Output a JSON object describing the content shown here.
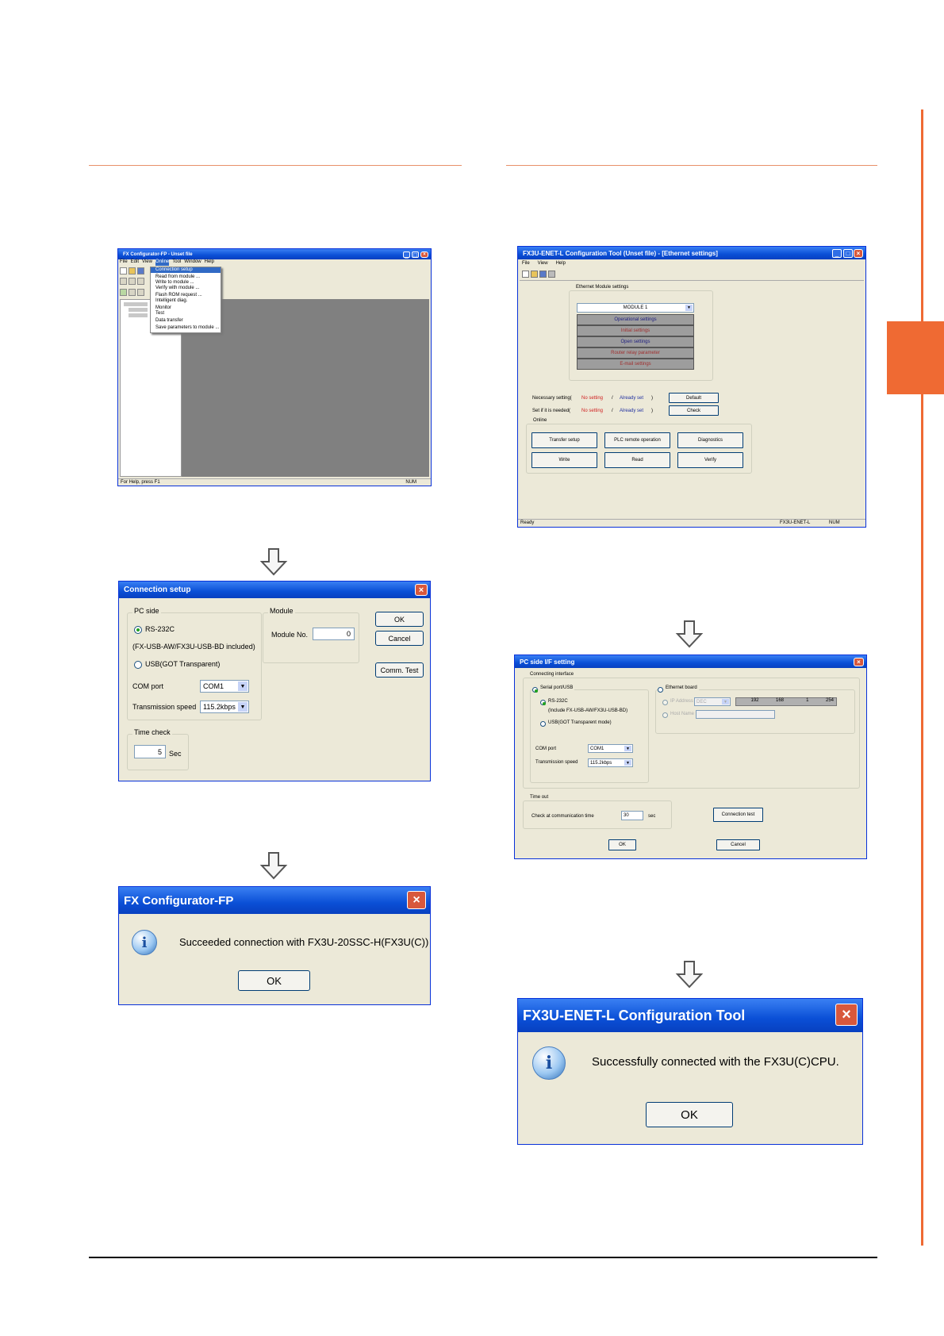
{
  "shot1": {
    "title": "FX Configurator-FP - Unset file",
    "menu": [
      "File",
      "Edit",
      "View",
      "Online",
      "Tool",
      "Window",
      "Help"
    ],
    "online_menu": [
      "Connection setup",
      "Read from module ...",
      "Write to module ...",
      "Verify with module ...",
      "Flash ROM request ...",
      "Intelligent diag.",
      "Monitor",
      "Test",
      "Data transfer",
      "Save parameters to module ..."
    ],
    "status_left": "For Help, press F1",
    "status_right": "NUM"
  },
  "conn": {
    "title": "Connection setup",
    "pc_side": "PC side",
    "rs232": "RS-232C",
    "rs232_note": "(FX-USB-AW/FX3U-USB-BD included)",
    "usb": "USB(GOT Transparent)",
    "com_port_label": "COM port",
    "com_port_value": "COM1",
    "speed_label": "Transmission speed",
    "speed_value": "115.2kbps",
    "module": "Module",
    "module_no_label": "Module No.",
    "module_no_value": "0",
    "ok": "OK",
    "cancel": "Cancel",
    "comm_test": "Comm. Test",
    "time_check": "Time check",
    "time_value": "5",
    "time_unit": "Sec"
  },
  "succ1": {
    "title": "FX Configurator-FP",
    "message": "Succeeded connection with FX3U-20SSC-H(FX3U(C))",
    "ok": "OK"
  },
  "enet": {
    "title": "FX3U-ENET-L Configuration Tool (Unset file) - [Ethernet settings]",
    "menu": [
      "File",
      "View",
      "Help"
    ],
    "module_group": "Ethernet Module settings",
    "module_select": "MODULE 1",
    "setting_buttons": [
      "Operational settings",
      "Initial settings",
      "Open settings",
      "Router relay parameter",
      "E-mail settings"
    ],
    "necessary": "Necessary setting(",
    "setif": "Set if it is needed(",
    "no_setting": "No setting",
    "slash": "/",
    "already": "Already set",
    "close": ")",
    "default_btn": "Default",
    "check_btn": "Check",
    "online": "Online",
    "online_buttons": [
      "Transfer setup",
      "PLC remote operation",
      "Diagnostics",
      "Write",
      "Read",
      "Verify"
    ],
    "status_left": "Ready",
    "status_mid": "FX3U-ENET-L",
    "status_right": "NUM"
  },
  "pcside": {
    "title": "PC side I/F setting",
    "connecting": "Connecting interface",
    "serial": "Serial port/USB",
    "rs232": "RS-232C",
    "rs232_note": "(Include FX-USB-AW/FX3U-USB-BD)",
    "usb": "USB(GOT Transparent mode)",
    "com_port_label": "COM port",
    "com_port_value": "COM1",
    "speed_label": "Transmission speed",
    "speed_value": "115.2kbps",
    "ethernet": "Ethernet board",
    "ip_label": "IP Address",
    "ip_mode": "DEC",
    "ip": [
      "192",
      "168",
      "1",
      "254"
    ],
    "host_label": "Host Name",
    "timeout": "Time out",
    "check_label": "Check at communication time",
    "check_value": "30",
    "check_unit": "sec",
    "conn_test": "Connection test",
    "ok": "OK",
    "cancel": "Cancel"
  },
  "succ2": {
    "title": "FX3U-ENET-L Configuration Tool",
    "message": "Successfully connected with the FX3U(C)CPU.",
    "ok": "OK"
  },
  "colors": {
    "accent": "#ef6a33",
    "xp_blue": "#0a4fd6",
    "window_bg": "#ece9d8"
  }
}
